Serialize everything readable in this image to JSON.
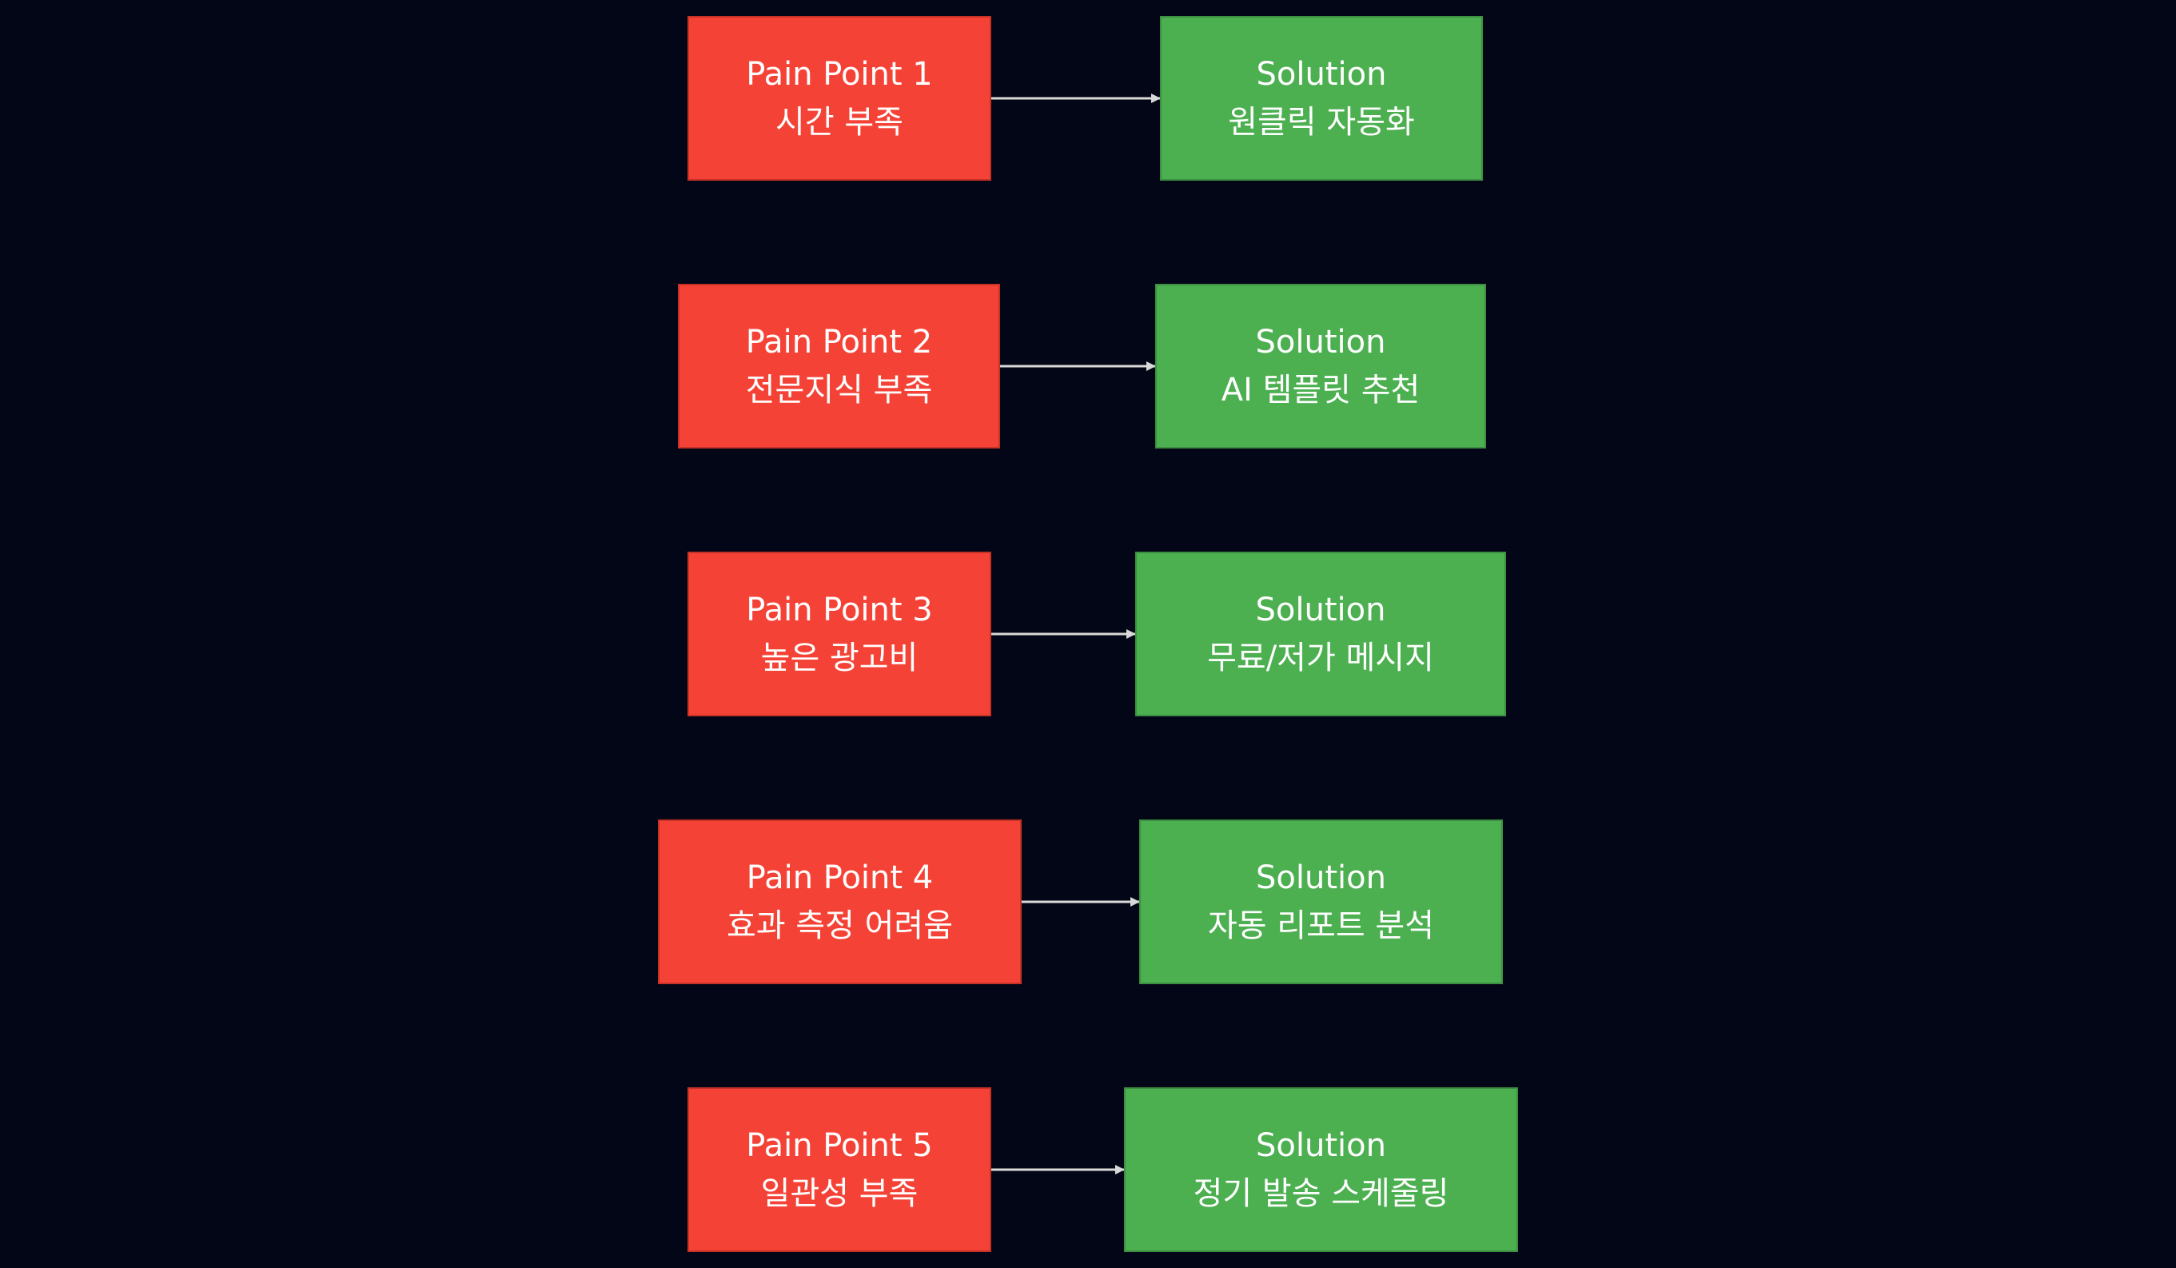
{
  "colors": {
    "background": "#030617",
    "pain_fill": "#f44336",
    "solution_fill": "#4caf50",
    "arrow": "#d9d9d9",
    "text": "#ffffff"
  },
  "rows": [
    {
      "pain_title": "Pain Point 1",
      "pain_text": "시간 부족",
      "solution_title": "Solution",
      "solution_text": "원클릭 자동화"
    },
    {
      "pain_title": "Pain Point 2",
      "pain_text": "전문지식 부족",
      "solution_title": "Solution",
      "solution_text": "AI 템플릿 추천"
    },
    {
      "pain_title": "Pain Point 3",
      "pain_text": "높은 광고비",
      "solution_title": "Solution",
      "solution_text": "무료/저가 메시지"
    },
    {
      "pain_title": "Pain Point 4",
      "pain_text": "효과 측정 어려움",
      "solution_title": "Solution",
      "solution_text": "자동 리포트 분석"
    },
    {
      "pain_title": "Pain Point 5",
      "pain_text": "일관성 부족",
      "solution_title": "Solution",
      "solution_text": "정기 발송 스케줄링"
    }
  ]
}
